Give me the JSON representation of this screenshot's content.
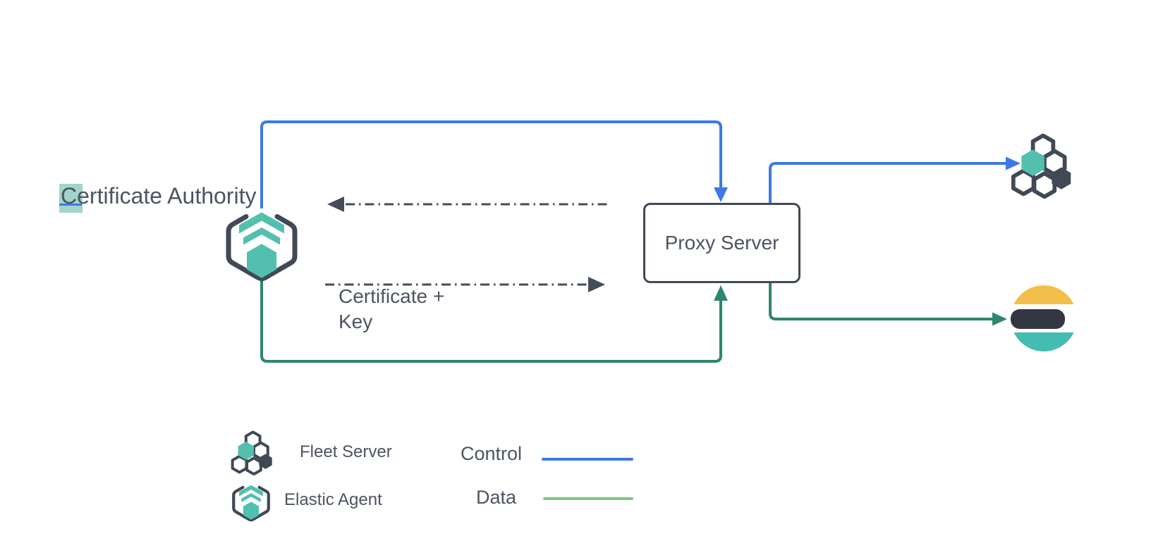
{
  "diagram": {
    "title": "Elastic Agent / Fleet Server proxy architecture",
    "nodes": {
      "certificate_authority": {
        "label": "Certificate Authority",
        "label_highlight_char": "C",
        "label_rest": "ertificate Authority",
        "icon": "elastic-agent-icon"
      },
      "proxy_server": {
        "label": "Proxy Server",
        "shape": "rounded-rectangle"
      },
      "fleet_server": {
        "icon": "fleet-server-icon"
      },
      "elasticsearch": {
        "icon": "elasticsearch-logo"
      }
    },
    "edges": [
      {
        "from": "certificate-authority",
        "to": "proxy-server",
        "type": "control",
        "style": "solid",
        "color": "#3b79e6",
        "arrow": "into-proxy-top"
      },
      {
        "from": "proxy-server",
        "to": "fleet-server",
        "type": "control",
        "style": "solid",
        "color": "#3b79e6",
        "arrow": "into-fleet-server"
      },
      {
        "from": "certificate-authority",
        "to": "proxy-server",
        "type": "data",
        "style": "solid",
        "color": "#2e8570",
        "arrow": "into-proxy-bottom"
      },
      {
        "from": "proxy-server",
        "to": "elasticsearch",
        "type": "data",
        "style": "solid",
        "color": "#2e8570",
        "arrow": "into-elasticsearch"
      },
      {
        "from": "proxy-server",
        "to": "certificate-authority",
        "type": "certificate-exchange",
        "style": "dash-dot",
        "color": "#454c59",
        "arrow": "left"
      },
      {
        "from": "certificate-authority",
        "to": "proxy-server",
        "type": "certificate-exchange",
        "style": "dash-dot",
        "color": "#454c59",
        "arrow": "right",
        "label": "Certificate +\nKey"
      }
    ],
    "annotation": {
      "certificate_key_label": "Certificate +\nKey"
    }
  },
  "legend": {
    "items": [
      {
        "icon": "fleet-server-icon",
        "label": "Fleet Server"
      },
      {
        "icon": "elastic-agent-icon",
        "label": "Elastic Agent"
      }
    ],
    "flows": [
      {
        "label": "Control",
        "color": "#3b79e6"
      },
      {
        "label": "Data",
        "color": "#7ec67f"
      }
    ]
  },
  "colors": {
    "control_blue": "#3b79e6",
    "data_green": "#2e8570",
    "legend_data_green": "#7ec67f",
    "brand_teal": "#52bfaf",
    "dark_slate": "#414956",
    "dashdot_gray": "#454c59",
    "text_gray": "#4d5461",
    "selection_highlight": "#a2d5c9",
    "elasticsearch_yellow": "#f2bf4b",
    "elasticsearch_dark": "#333741",
    "elasticsearch_teal": "#45bcb2",
    "background": "#ffffff"
  }
}
